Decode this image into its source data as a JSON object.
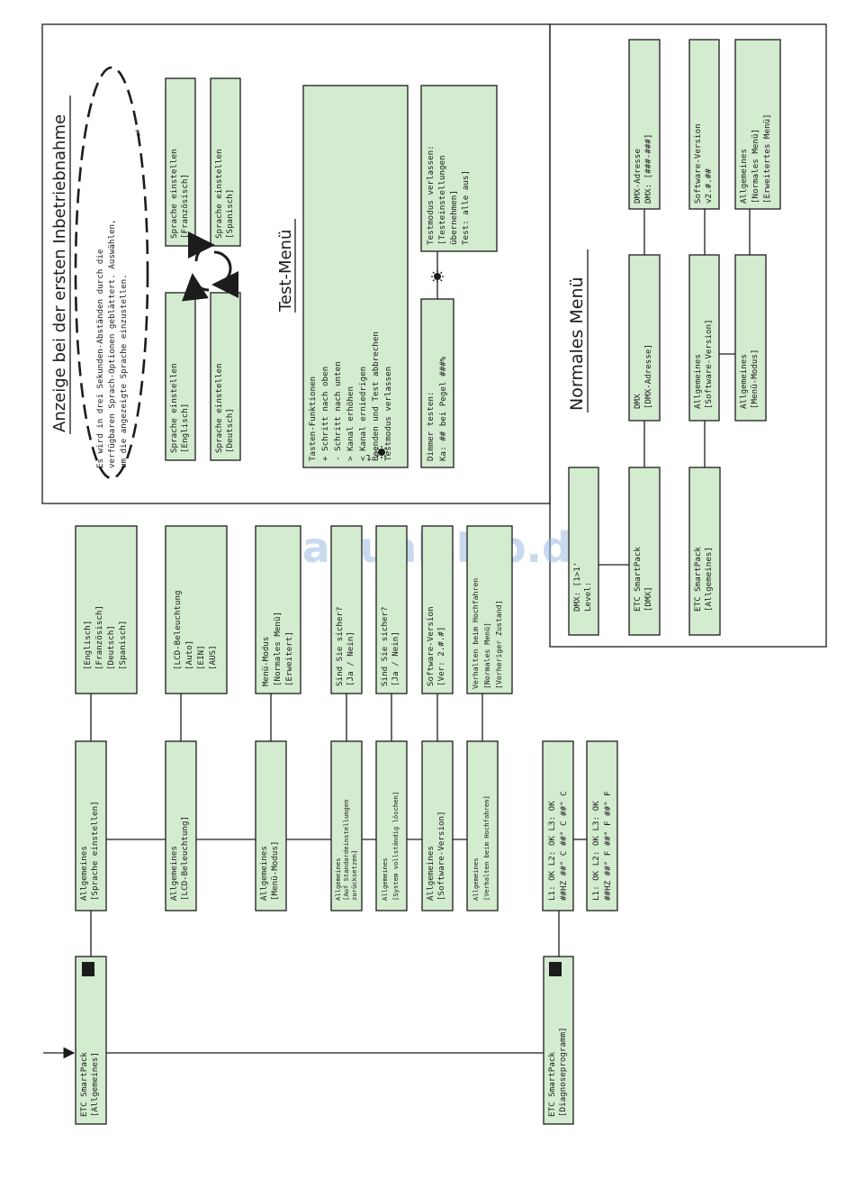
{
  "watermark": "ManualsLib.de",
  "headings": {
    "first_start": "Anzeige bei der ersten Inbetriebnahme",
    "test_menu": "Test-Menü",
    "normal_menu": "Normales Menü"
  },
  "first_start": {
    "note": [
      "Es wird in drei Sekunden-Abständen durch die",
      "verfügbaren Sprach-Optionen geblättert. Auswählen,",
      "um die angezeigte Sprache einzustellen."
    ],
    "boxes": [
      [
        "Sprache einstellen",
        "[Englisch]"
      ],
      [
        "Sprache einstellen",
        "[Deutsch]"
      ],
      [
        "Sprache einstellen",
        "[Französisch]"
      ],
      [
        "Sprache einstellen",
        "[Spanisch]"
      ]
    ]
  },
  "test_menu": {
    "keys": [
      "Tasten-Funktionen",
      "+      Schritt nach oben",
      "-      Schritt nach unten",
      ">      Kanal erhöhen",
      "<      Kanal erniedrigen",
      "       Beenden und Test abbrechen",
      "       Testmodus verlassen"
    ],
    "dimmer": [
      "Dimmer testen:",
      "Ka: ## bei Pegel ###%"
    ],
    "exit": [
      "Testmodus verlassen:",
      "[Testeinstellungen",
      "übernehmen]",
      "Test: alle aus]"
    ]
  },
  "normal_menu": {
    "dmx_level": [
      "DMX: [1>1'",
      "Level:"
    ],
    "etc_dmx": [
      "ETC SmartPack",
      "[DMX]"
    ],
    "etc_allg": [
      "ETC SmartPack",
      "[Allgemeines]"
    ],
    "dmx_addr": [
      "DMX",
      "[DMX-Adresse]"
    ],
    "allg_sw": [
      "Allgemeines",
      "[Software-Version]"
    ],
    "allg_menu": [
      "Allgemeines",
      "[Menü-Modus]"
    ],
    "dmx_addr_val": [
      "DMX-Adresse",
      "DMX: [###-###]"
    ],
    "sw_val": [
      "Software-Version",
      "v2.#.##"
    ],
    "menu_val": [
      "Allgemeines",
      "[Normales Menü]",
      "[Erweitertes Menü]"
    ]
  },
  "main": {
    "root_allg": [
      "ETC SmartPack",
      "[Allgemeines]"
    ],
    "root_diag": [
      "ETC SmartPack",
      "[Diagnoseprogramm]"
    ],
    "items": [
      [
        "Allgemeines",
        "[Sprache einstellen]"
      ],
      [
        "Allgemeines",
        "[LCD-Beleuchtung]"
      ],
      [
        "Allgemeines",
        "[Menü-Modus]"
      ],
      [
        "Allgemeines",
        "[Auf Standardeinstellungen",
        "zurücksetzen]"
      ],
      [
        "Allgemeines",
        "[System vollständig löschen]"
      ],
      [
        "Allgemeines",
        "[Software-Version]"
      ],
      [
        "Allgemeines",
        "[Verhalten beim Hochfahren]"
      ]
    ],
    "values": [
      [
        "[Englisch]",
        "[Französisch]",
        "[Deutsch]",
        "[Spanisch]"
      ],
      [
        "[LCD-Beleuchtung",
        "[Auto]",
        "[EIN]",
        "[AUS]"
      ],
      [
        "Menü-Modus",
        "[Normales Menü]",
        "[Erweitert]"
      ],
      [
        "Sind Sie sicher?",
        "[Ja / Nein]"
      ],
      [
        "Sind Sie sicher?",
        "[Ja / Nein]"
      ],
      [
        "Software-Version",
        "[Ver: 2.#.#]"
      ],
      [
        "Verhalten beim Hochfahren",
        "[Normales Menü]",
        "[Vorheriger Zustand]"
      ]
    ],
    "diag": [
      [
        "L1: OK L2: OK L3: OK",
        "##HZ ##° C ##° C ##° C"
      ],
      [
        "L1: OK L2: OK L3: OK",
        "##HZ ##° F ##° F ##° F"
      ]
    ]
  }
}
